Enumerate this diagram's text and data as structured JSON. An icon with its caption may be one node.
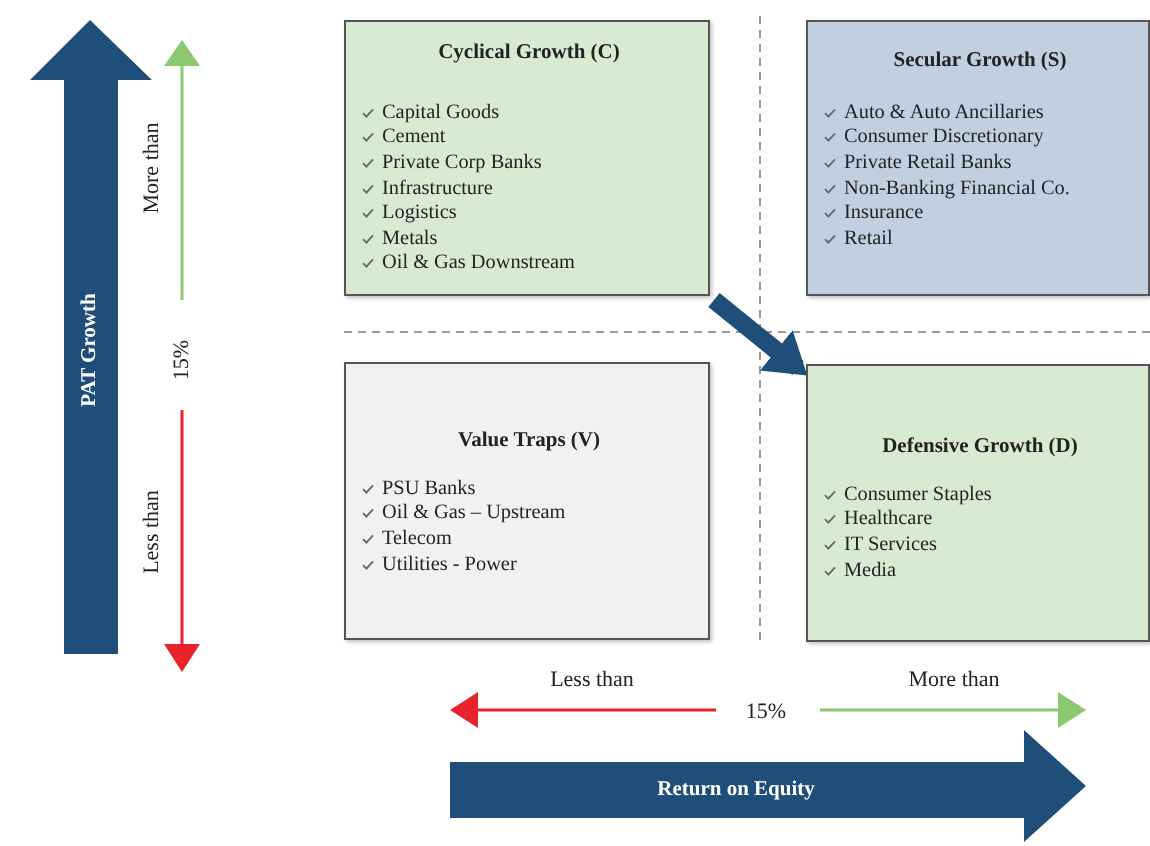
{
  "diagram": {
    "nodes": [
      {
        "text": [
          "Cyclical Growth (C)",
          "Capital Goods",
          "Cement",
          "Private Corp Banks",
          "Infrastructure",
          "Logistics",
          "Metals",
          "Oil & Gas Downstream"
        ]
      },
      {
        "text": [
          "Secular Growth (S)",
          "Auto & Auto Ancillaries",
          "Consumer Discretionary",
          "Private Retail Banks",
          "Non-Banking Financial Co.",
          "Insurance",
          "Retail"
        ]
      },
      {
        "text": [
          "Value Traps (V)",
          "PSU Banks",
          "Oil & Gas – Upstream",
          "Telecom",
          "Utilities - Power"
        ]
      },
      {
        "text": [
          "Defensive Growth (D)",
          "Consumer Staples",
          "Healthcare",
          "IT Services",
          "Media"
        ]
      }
    ],
    "edges": [
      {
        "from": 0,
        "to": 3,
        "arrow": "to"
      }
    ],
    "labels": [
      "PAT Growth",
      "More than",
      "15%",
      "Less than",
      "Less than",
      "15%",
      "More than",
      "Return on Equity"
    ]
  }
}
